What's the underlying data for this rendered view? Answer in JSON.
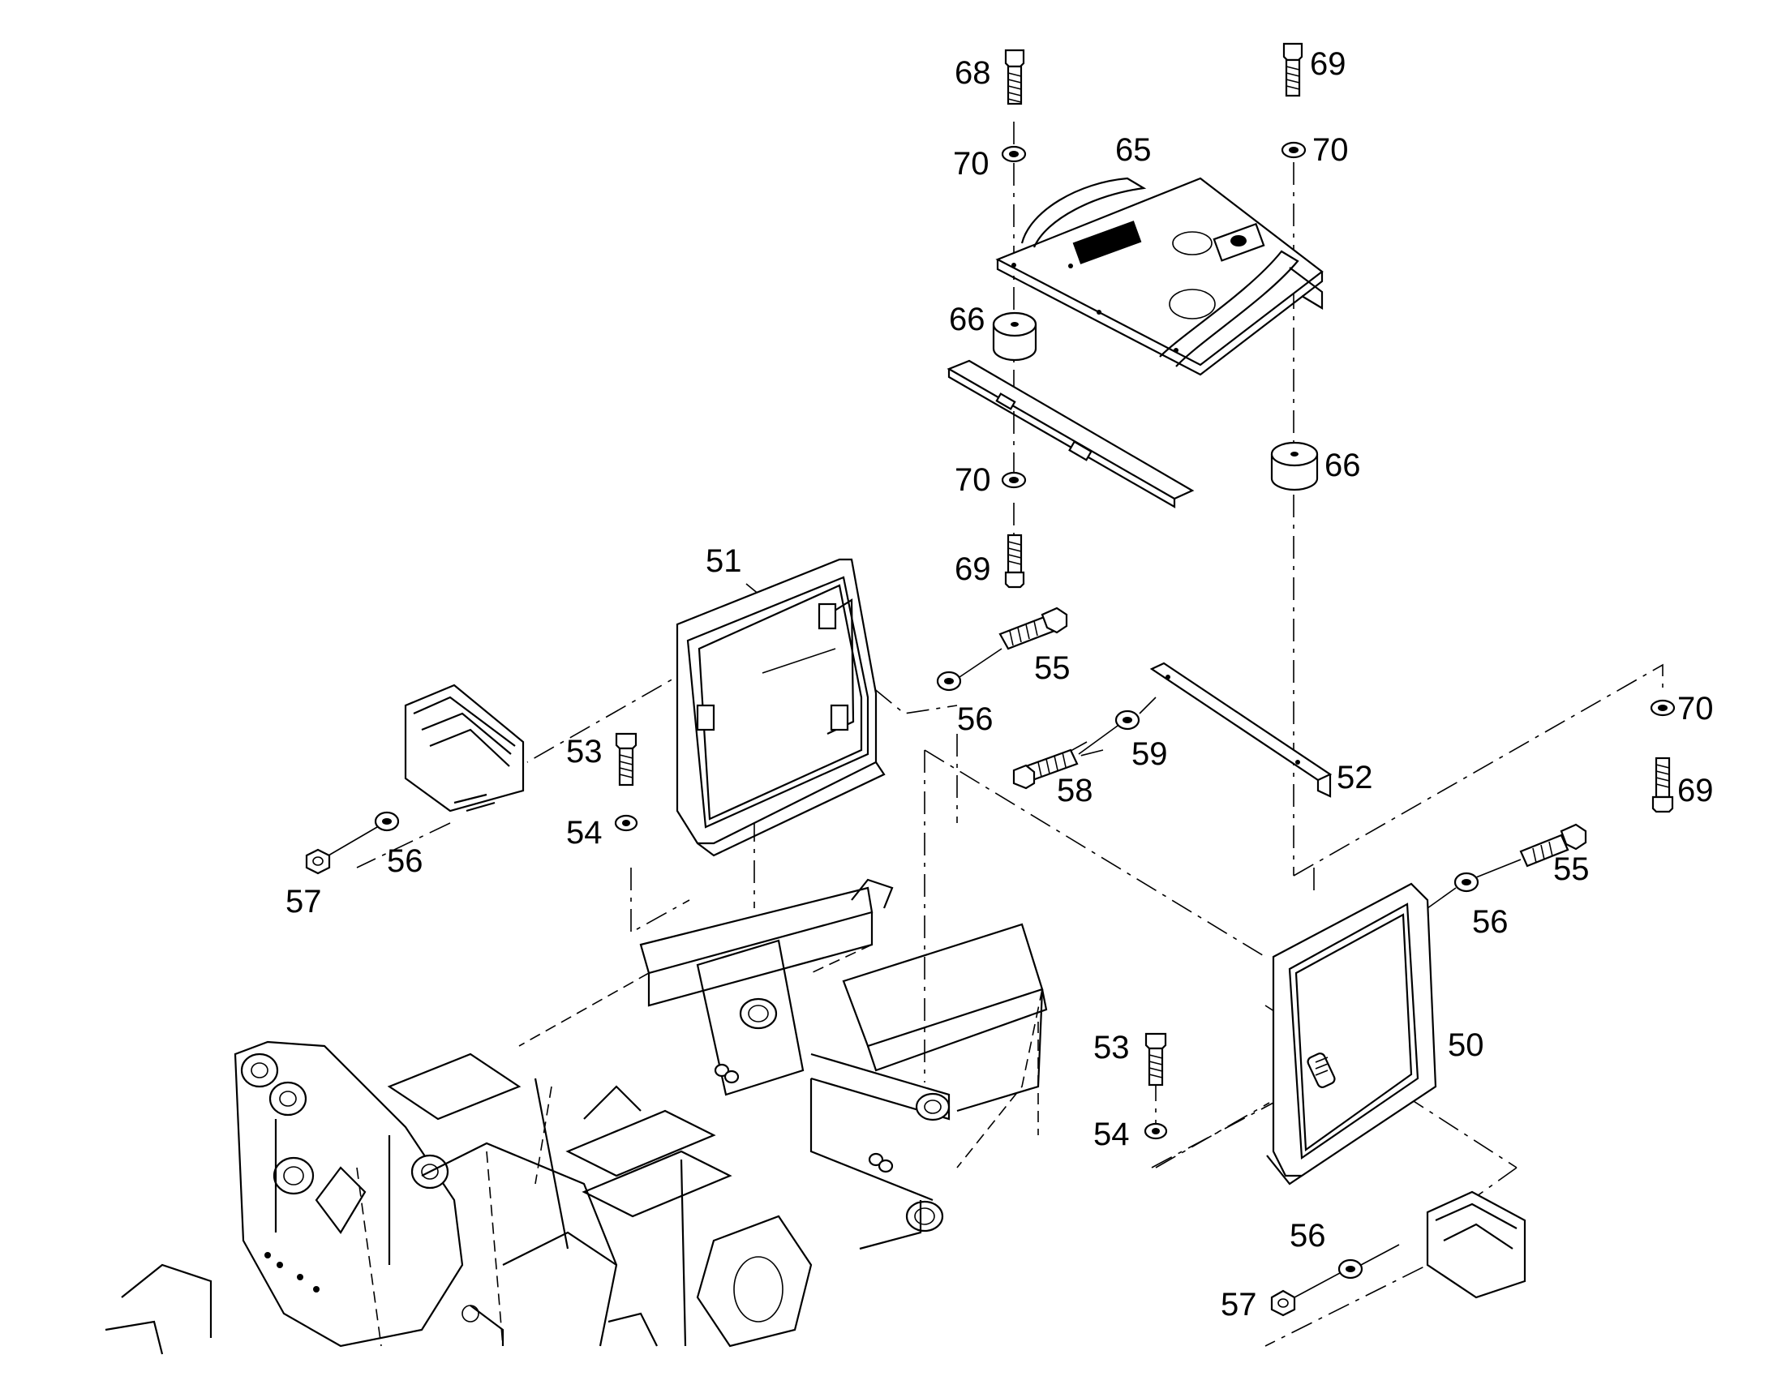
{
  "callouts": [
    {
      "id": "c68",
      "text": "68"
    },
    {
      "id": "c69a",
      "text": "69"
    },
    {
      "id": "c70a",
      "text": "70"
    },
    {
      "id": "c70b",
      "text": "70"
    },
    {
      "id": "c65",
      "text": "65"
    },
    {
      "id": "c66a",
      "text": "66"
    },
    {
      "id": "c66b",
      "text": "66"
    },
    {
      "id": "c70c",
      "text": "70"
    },
    {
      "id": "c69b",
      "text": "69"
    },
    {
      "id": "c51",
      "text": "51"
    },
    {
      "id": "c55a",
      "text": "55"
    },
    {
      "id": "c56a",
      "text": "56"
    },
    {
      "id": "c53a",
      "text": "53"
    },
    {
      "id": "c54a",
      "text": "54"
    },
    {
      "id": "c56b",
      "text": "56"
    },
    {
      "id": "c57a",
      "text": "57"
    },
    {
      "id": "c59",
      "text": "59"
    },
    {
      "id": "c58",
      "text": "58"
    },
    {
      "id": "c52",
      "text": "52"
    },
    {
      "id": "c70d",
      "text": "70"
    },
    {
      "id": "c69c",
      "text": "69"
    },
    {
      "id": "c55b",
      "text": "55"
    },
    {
      "id": "c56c",
      "text": "56"
    },
    {
      "id": "c50",
      "text": "50"
    },
    {
      "id": "c53b",
      "text": "53"
    },
    {
      "id": "c54b",
      "text": "54"
    },
    {
      "id": "c56d",
      "text": "56"
    },
    {
      "id": "c57b",
      "text": "57"
    }
  ]
}
